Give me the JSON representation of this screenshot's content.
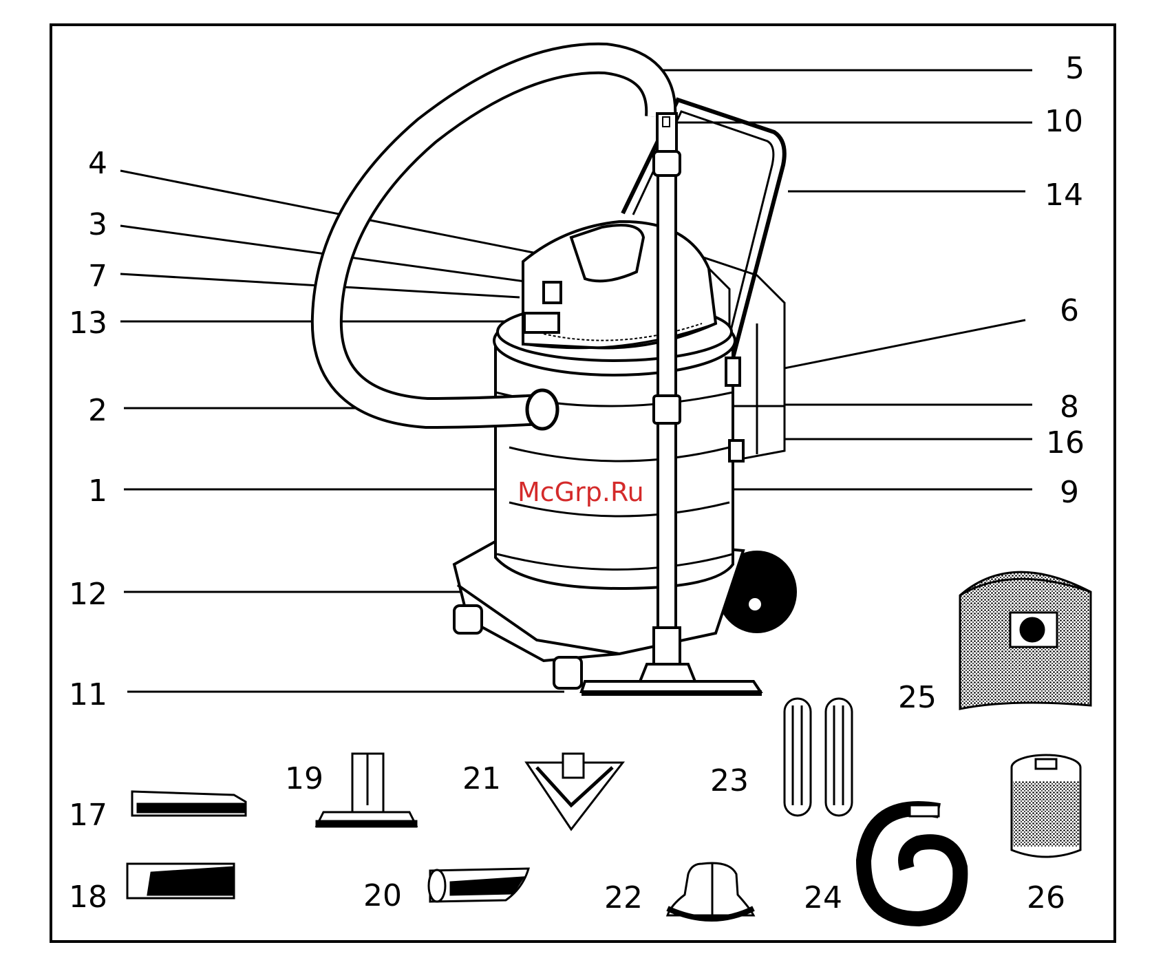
{
  "labels": {
    "l1": "1",
    "l2": "2",
    "l3": "3",
    "l4": "4",
    "l5": "5",
    "l6": "6",
    "l7": "7",
    "l8": "8",
    "l9": "9",
    "l10": "10",
    "l11": "11",
    "l12": "12",
    "l13": "13",
    "l14": "14",
    "l16": "16",
    "l17": "17",
    "l18": "18",
    "l19": "19",
    "l20": "20",
    "l21": "21",
    "l22": "22",
    "l23": "23",
    "l24": "24",
    "l25": "25",
    "l26": "26"
  },
  "watermark": "McGrp.Ru",
  "colors": {
    "ink": "#000000",
    "watermark": "#d42a2a",
    "paper": "#ffffff"
  }
}
